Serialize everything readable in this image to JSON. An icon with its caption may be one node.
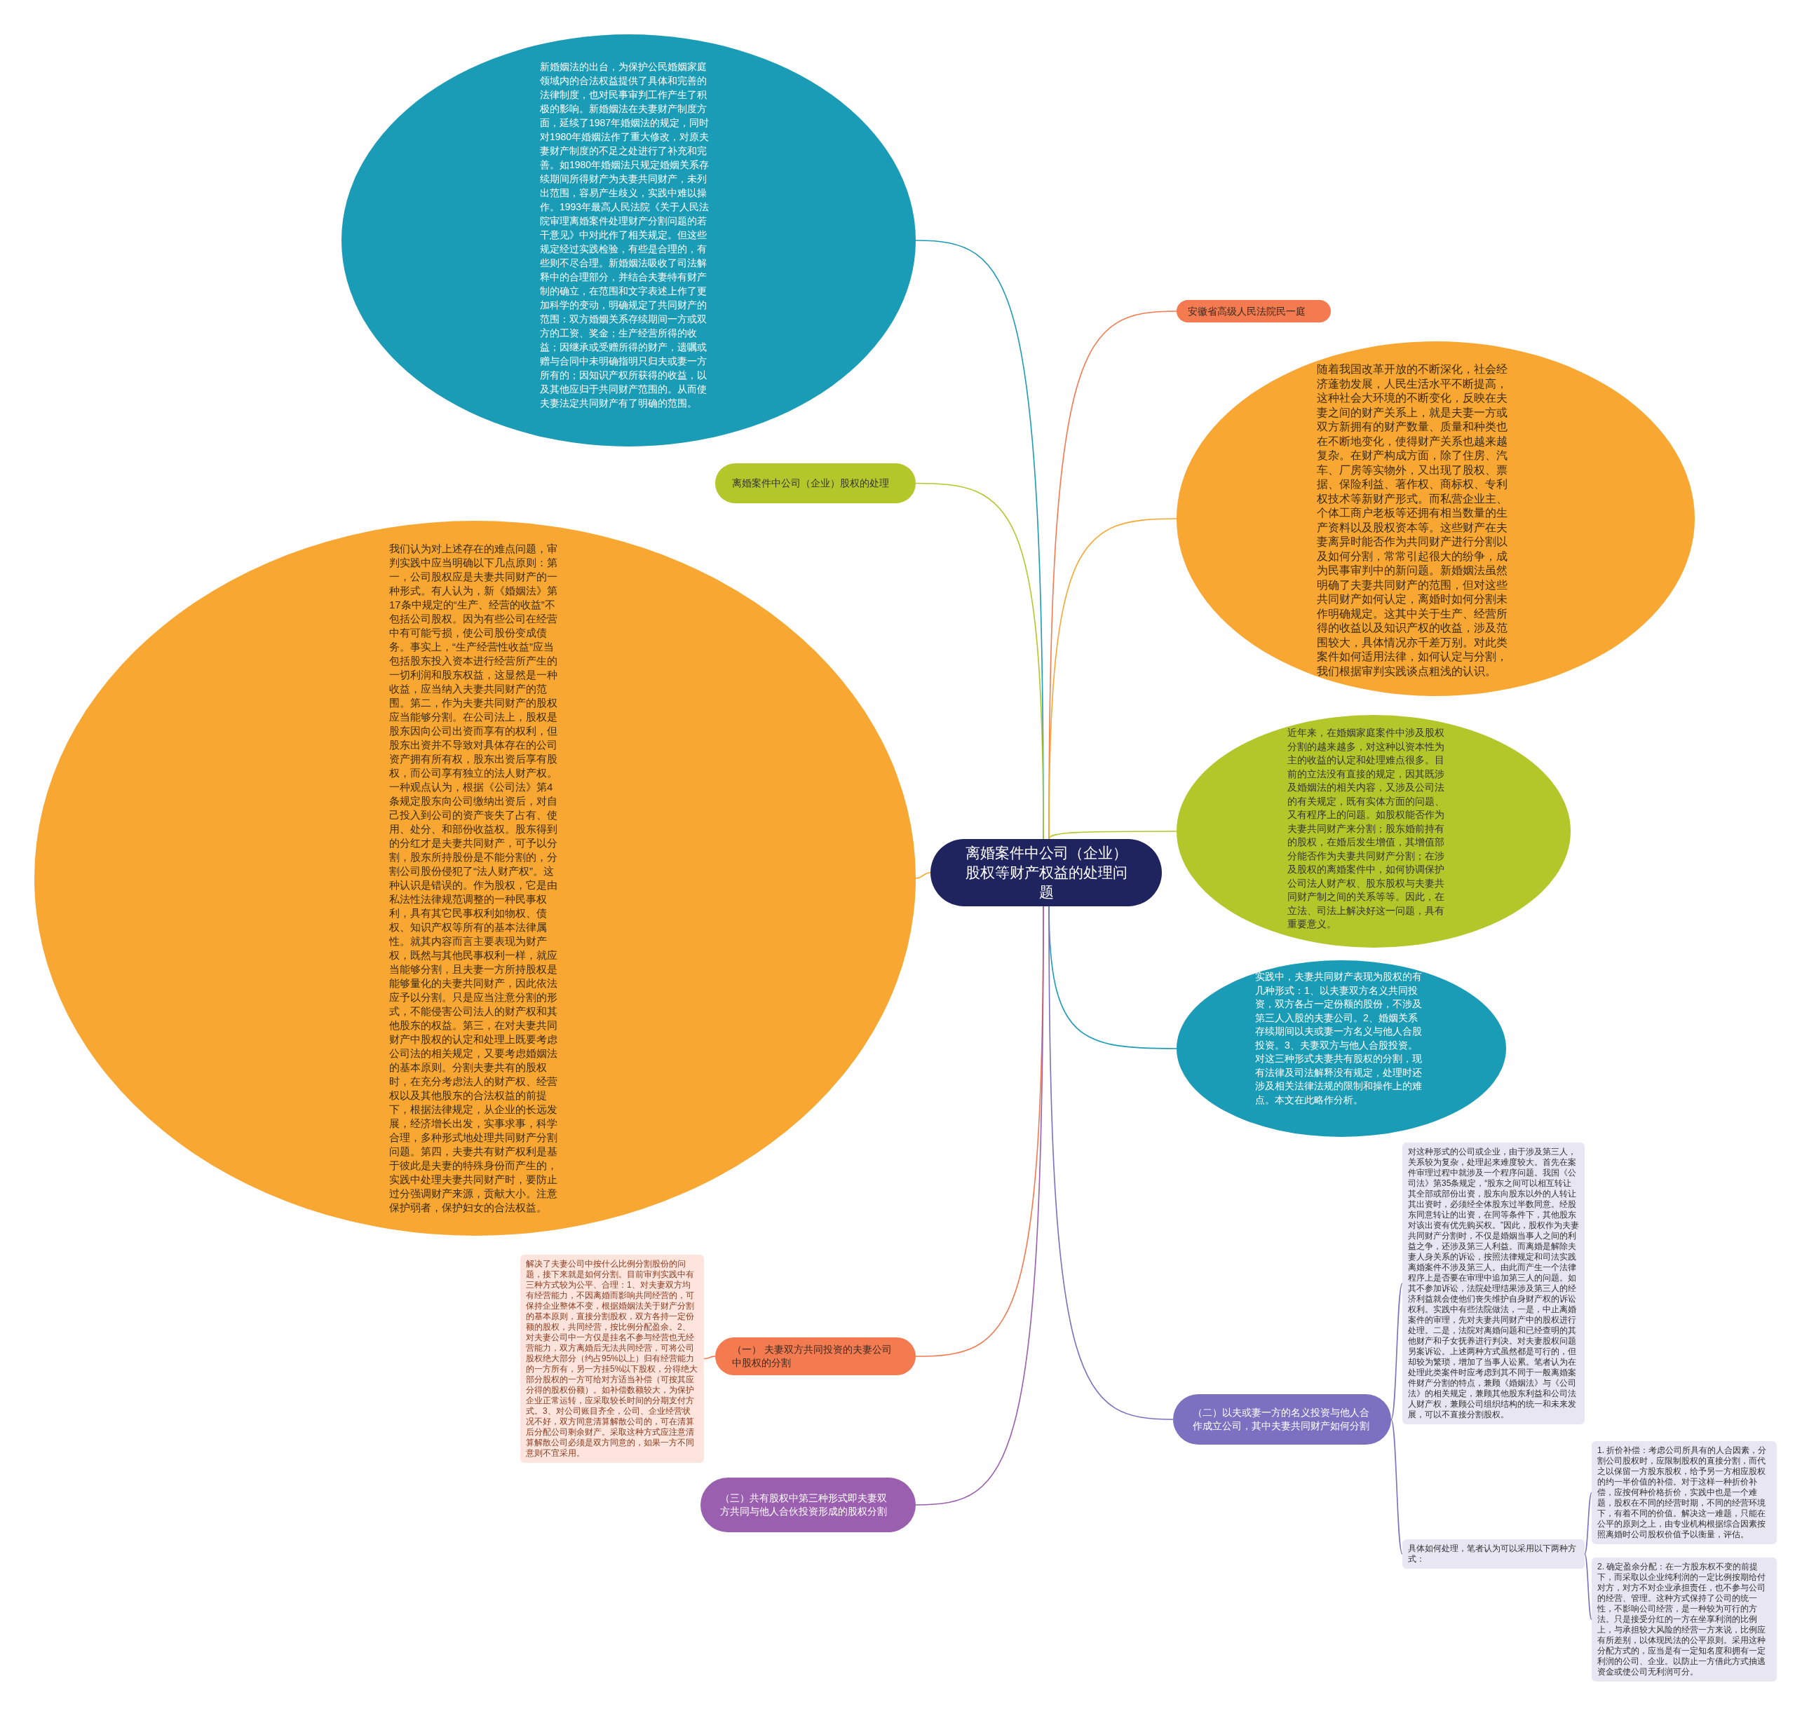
{
  "diagram": {
    "nodes": [
      {
        "text": [
          "离婚案件中公司（企业）股权等财产权益的处理问题"
        ]
      },
      {
        "text": [
          "新婚姻法的出台，为保护公民婚姻家庭领域内的合法权益提供了具体和完善的法律制度，也对民事审判工作产生了积极的影响。新婚姻法在夫妻财产制度方面，延续了1987年婚姻法的规定，同时对1980年婚姻法作了重大修改，对原夫妻财产制度的不足之处进行了补充和完善。如1980年婚姻法只规定婚姻关系存续期间所得财产为夫妻共同财产，未列出范围，容易产生歧义，实践中难以操作。1993年最高人民法院《关于人民法院审理离婚案件处理财产分割问题的若干意见》中对此作了相关规定。但这些规定经过实践检验，有些是合理的，有些则不尽合理。新婚姻法吸收了司法解释中的合理部分，并结合夫妻特有财产制的确立，在范围和文字表述上作了更加科学的变动，明确规定了共同财产的范围：双方婚姻关系存续期间一方或双方的工资、奖金；生产经营所得的收益；因继承或受赠所得的财产，遗嘱或赠与合同中未明确指明只归夫或妻一方所有的；因知识产权所获得的收益，以及其他应归于共同财产范围的。从而使夫妻法定共同财产有了明确的范围。"
        ]
      },
      {
        "text": [
          "离婚案件中公司（企业）股权的处理"
        ]
      },
      {
        "text": [
          "我们认为对上述存在的难点问题，审判实践中应当明确以下几点原则：第一，公司股权应是夫妻共同财产的一种形式。有人认为，新《婚姻法》第17条中规定的“生产、经营的收益”不包括公司股权。因为有些公司在经营中有可能亏损，使公司股份变成债务。事实上，“生产经营性收益”应当包括股东投入资本进行经营所产生的一切利润和股东权益，这显然是一种收益，应当纳入夫妻共同财产的范围。第二，作为夫妻共同财产的股权应当能够分割。在公司法上，股权是股东因向公司出资而享有的权利，但股东出资并不导致对具体存在的公司资产拥有所有权，股东出资后享有股权，而公司享有独立的法人财产权。一种观点认为，根据《公司法》第4条规定股东向公司缴纳出资后，对自己投入到公司的资产丧失了占有、使用、处分、和部份收益权。股东得到的分红才是夫妻共同财产，可予以分割，股东所持股份是不能分割的，分割公司股份侵犯了“法人财产权”。这种认识是错误的。作为股权，它是由私法性法律规范调整的一种民事权利，具有其它民事权利如物权、债权、知识产权等所有的基本法律属性。就其内容而言主要表现为财产权，既然与其他民事权利一样，就应当能够分割，且夫妻一方所持股权是能够量化的夫妻共同财产，因此依法应予以分割。只是应当注意分割的形式，不能侵害公司法人的财产权和其他股东的权益。第三，在对夫妻共同财产中股权的认定和处理上既要考虑公司法的相关规定，又要考虑婚姻法的基本原则。分割夫妻共有的股权时，在充分考虑法人的财产权、经营权以及其他股东的合法权益的前提下，根据法律规定，从企业的长远发展，经济增长出发，实事求事，科学合理，多种形式地处理共同财产分割问题。第四，夫妻共有财产权利是基于彼此是夫妻的特殊身份而产生的，实践中处理夫妻共同财产时，要防止过分强调财产来源，贡献大小。注意保护弱者，保护妇女的合法权益。"
        ]
      },
      {
        "text": [
          "安徽省高级人民法院民一庭"
        ]
      },
      {
        "text": [
          "随着我国改革开放的不断深化，社会经济蓬勃发展，人民生活水平不断提高，这种社会大环境的不断变化，反映在夫妻之间的财产关系上，就是夫妻一方或双方新拥有的财产数量、质量和种类也在不断地变化，使得财产关系也越来越复杂。在财产构成方面，除了住房、汽车、厂房等实物外，又出现了股权、票据、保险利益、著作权、商标权、专利权技术等新财产形式。而私营企业主、个体工商户老板等还拥有相当数量的生产资料以及股权资本等。这些财产在夫妻离异时能否作为共同财产进行分割以及如何分割，常常引起很大的纷争，成为民事审判中的新问题。新婚姻法虽然明确了夫妻共同财产的范围，但对这些共同财产如何认定，离婚时如何分割未作明确规定。这其中关于生产、经营所得的收益以及知识产权的收益，涉及范围较大，具体情况亦千差万别。对此类案件如何适用法律，如何认定与分割，我们根据审判实践谈点粗浅的认识。"
        ]
      },
      {
        "text": [
          "近年来，在婚姻家庭案件中涉及股权分割的越来越多，对这种以资本性为主的收益的认定和处理难点很多。目前的立法没有直接的规定，因其既涉及婚姻法的相关内容，又涉及公司法的有关规定，既有实体方面的问题、又有程序上的问题。如股权能否作为夫妻共同财产来分割；股东婚前持有的股权，在婚后发生增值，其增值部分能否作为夫妻共同财产分割；在涉及股权的离婚案件中，如何协调保护公司法人财产权、股东股权与夫妻共同财产制之间的关系等等。因此，在立法、司法上解决好这一问题，具有重要意义。"
        ]
      },
      {
        "text": [
          "实践中，夫妻共同财产表现为股权的有几种形式：1、以夫妻双方名义共同投资，双方各占一定份额的股份，不涉及第三人入股的夫妻公司。2、婚姻关系存续期间以夫或妻一方名义与他人合股投资。3、夫妻双方与他人合股投资。对这三种形式夫妻共有股权的分割，现有法律及司法解释没有规定，处理时还涉及相关法律法规的限制和操作上的难点。本文在此略作分析。"
        ]
      },
      {
        "text": [
          "（二）以夫或妻一方的名义投资与他人合作成立公司，其中夫妻共同财产如何分割"
        ]
      },
      {
        "text": [
          "对这种形式的公司或企业，由于涉及第三人，关系较为复杂，处理起来难度较大。首先在案件审理过程中就涉及一个程序问题。我国《公司法》第35条规定，“股东之间可以相互转让其全部或部份出资，股东向股东以外的人转让其出资时，必须经全体股东过半数同意。经股东同意转让的出资，在同等条件下，其他股东对该出资有优先购买权。”因此，股权作为夫妻共同财产分割时，不仅是婚姻当事人之间的利益之争，还涉及第三人利益。而离婚是解除夫妻人身关系的诉讼，按照法律规定和司法实践离婚案件不涉及第三人。由此而产生一个法律程序上是否要在审理中追加第三人的问题。如其不参加诉讼，法院处理结果涉及第三人的经济利益就会使他们丧失维护自身财产权的诉讼权利。实践中有些法院做法，一是，中止离婚案件的审理，先对夫妻共同财产中的股权进行处理。二是，法院对离婚问题和已经查明的其他财产和子女抚养进行判决。对夫妻股权问题另案诉讼。上述两种方式虽然都是可行的，但却较为繁琐，增加了当事人讼累。笔者认为在处理此类案件时应考虑到其不同于一般离婚案件财产分割的特点，兼顾《婚姻法》与《公司法》的相关规定，兼顾其他股东利益和公司法人财产权，兼顾公司组织结构的统一和未来发展，可以不直接分割股权。"
        ]
      },
      {
        "text": [
          "具体如何处理，笔者认为可以采用以下两种方式："
        ]
      },
      {
        "text": [
          "1. 折价补偿：考虑公司所具有的人合因素，分割公司股权时，应限制股权的直接分割，而代之以保留一方股东股权，给予另一方相应股权的约一半价值的补偿。对于这样一种折价补偿，应按何种价格折价，实践中也是一个难题，股权在不同的经营时期，不同的经营环境下，有着不同的价值。解决这一难题，只能在公平的原则之上，由专业机构根据综合因素按照离婚时公司股权价值予以衡量，评估。"
        ]
      },
      {
        "text": [
          "2. 确定盈余分配：在一方股东权不变的前提下，而采取以企业纯利润的一定比例按期给付对方，对方不对企业承担责任，也不参与公司的经营、管理。这种方式保持了公司的统一性，不影响公司经营，是一种较为可行的方法。只是接受分红的一方在坐享利润的比例上，与承担较大风险的经营一方来说，比例应有所差别，以体现民法的公平原则。采用这种分配方式的，应当是有一定知名度和拥有一定利润的公司、企业。以防止一方借此方式抽逃资金或使公司无利润可分。"
        ]
      },
      {
        "text": [
          "（一） 夫妻双方共同投资的夫妻公司中股权的分割"
        ]
      },
      {
        "text": [
          "解决了夫妻公司中按什么比例分割股份的问题，接下来就是如何分割。目前审判实践中有三种方式较为公平、合理：1、对夫妻双方均有经营能力，不因离婚而影响共同经营的，可保持企业整体不变，根据婚姻法关于财产分割的基本原则，直接分割股权，双方各持一定份额的股权，共同经营，按比例分配盈余。2、对夫妻公司中一方仅是挂名不参与经营也无经营能力，双方离婚后无法共同经营，可将公司股权绝大部分（约占95%以上）归有经营能力的一方所有，另一方挂5%以下股权，分得绝大部分股权的一方可给对方适当补偿（可按其应分得的股权份额）。如补偿数额较大，为保护企业正常运转，应采取较长时间的分期支付方式。3、对公司账目齐全，公司、企业经营状况不好，双方同意清算解散公司的，可在清算后分配公司剩余财产。采取这种方式应注意清算解散公司必须是双方同意的，如果一方不同意则不宜采用。"
        ]
      },
      {
        "text": [
          "（三）共有股权中第三种形式即夫妻双方共同与他人合伙投资形成的股权分割"
        ]
      }
    ],
    "edges": [
      {
        "from": 0,
        "to": 1,
        "arrow": "none",
        "color": "#1e9bb5"
      },
      {
        "from": 0,
        "to": 2,
        "arrow": "none",
        "color": "#b3c72a"
      },
      {
        "from": 0,
        "to": 3,
        "arrow": "none",
        "color": "#f7a733"
      },
      {
        "from": 0,
        "to": 4,
        "arrow": "none",
        "color": "#f47a50"
      },
      {
        "from": 0,
        "to": 5,
        "arrow": "none",
        "color": "#f7a733"
      },
      {
        "from": 0,
        "to": 6,
        "arrow": "none",
        "color": "#b3c72a"
      },
      {
        "from": 0,
        "to": 7,
        "arrow": "none",
        "color": "#1e9bb5"
      },
      {
        "from": 0,
        "to": 8,
        "arrow": "none",
        "color": "#7c70c0"
      },
      {
        "from": 8,
        "to": 9,
        "arrow": "none",
        "color": "#7c70c0"
      },
      {
        "from": 8,
        "to": 10,
        "arrow": "none",
        "color": "#7c70c0"
      },
      {
        "from": 10,
        "to": 11,
        "arrow": "none",
        "color": "#7c70c0"
      },
      {
        "from": 10,
        "to": 12,
        "arrow": "none",
        "color": "#7c70c0"
      },
      {
        "from": 0,
        "to": 13,
        "arrow": "none",
        "color": "#f47a50"
      },
      {
        "from": 13,
        "to": 14,
        "arrow": "none",
        "color": "#f47a50"
      },
      {
        "from": 0,
        "to": 15,
        "arrow": "none",
        "color": "#9a5fae"
      }
    ]
  }
}
